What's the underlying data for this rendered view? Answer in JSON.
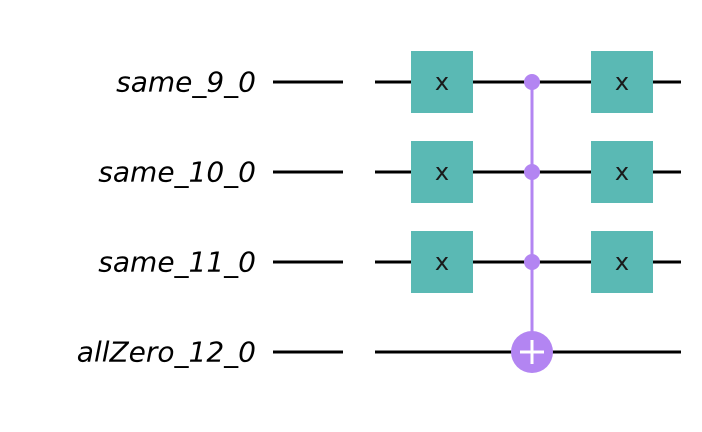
{
  "circuit": {
    "qubits": [
      {
        "label": "same_9_0"
      },
      {
        "label": "same_10_0"
      },
      {
        "label": "same_11_0"
      },
      {
        "label": "allZero_12_0"
      }
    ],
    "gates": [
      {
        "type": "x",
        "label": "x",
        "qubit": 0,
        "step": 0
      },
      {
        "type": "x",
        "label": "x",
        "qubit": 1,
        "step": 0
      },
      {
        "type": "x",
        "label": "x",
        "qubit": 2,
        "step": 0
      },
      {
        "type": "mcx",
        "controls": [
          0,
          1,
          2
        ],
        "target": 3,
        "step": 1
      },
      {
        "type": "x",
        "label": "x",
        "qubit": 0,
        "step": 2
      },
      {
        "type": "x",
        "label": "x",
        "qubit": 1,
        "step": 2
      },
      {
        "type": "x",
        "label": "x",
        "qubit": 2,
        "step": 2
      }
    ]
  },
  "colors": {
    "x_gate": "#5ab9b4",
    "control": "#b385f2",
    "wire": "#000000",
    "target_plus": "#ffffff"
  }
}
